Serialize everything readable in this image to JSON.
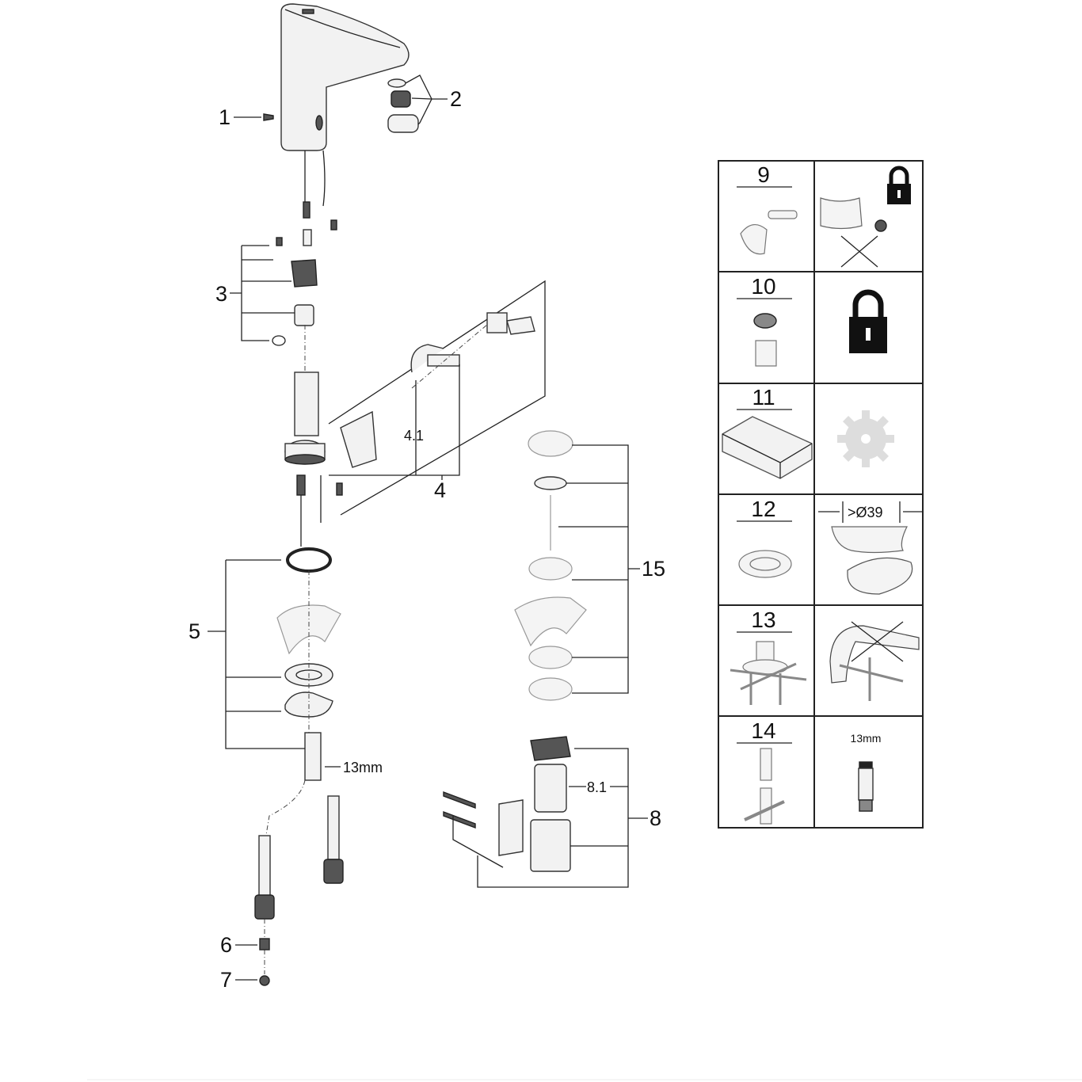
{
  "diagram": {
    "callouts": {
      "p1": "1",
      "p2": "2",
      "p3": "3",
      "p4_1": "4.1",
      "p4": "4",
      "p5": "5",
      "p6": "6",
      "p7": "7",
      "p8_1": "8.1",
      "p8": "8",
      "p15": "15",
      "wrench_size": "13mm"
    },
    "accessory_table": {
      "rows": [
        {
          "number": "9"
        },
        {
          "number": "10"
        },
        {
          "number": "11"
        },
        {
          "number": "12",
          "note": ">Ø39"
        },
        {
          "number": "13"
        },
        {
          "number": "14",
          "note": "13mm"
        }
      ]
    }
  }
}
